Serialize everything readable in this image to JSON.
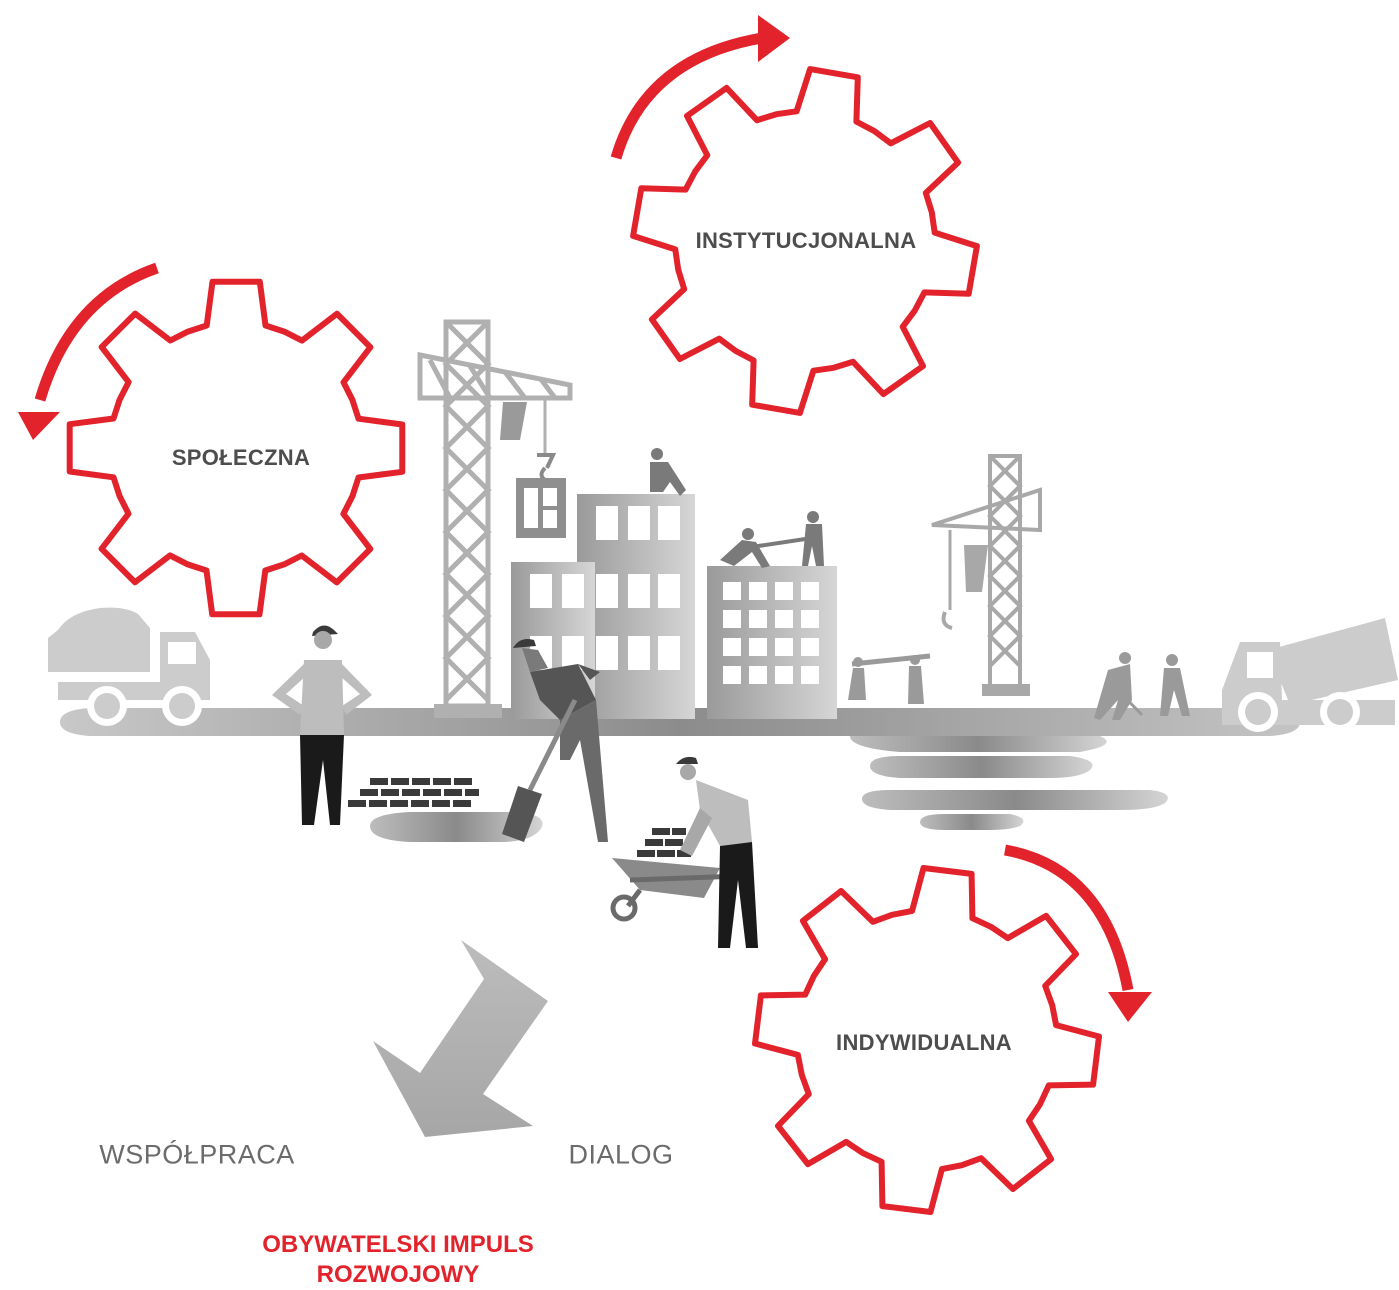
{
  "colors": {
    "accent": "#e3232c",
    "gray_dark": "#3a3a3a",
    "gray_mid": "#8a8a8a",
    "gray_light": "#cfcfcf",
    "label_text": "#4d4d4d"
  },
  "gears": [
    {
      "id": "social",
      "label": "SPOŁECZNA",
      "arrow_direction": "counterclockwise"
    },
    {
      "id": "institutional",
      "label": "INSTYTUCJONALNA",
      "arrow_direction": "clockwise"
    },
    {
      "id": "individual",
      "label": "INDYWIDUALNA",
      "arrow_direction": "clockwise"
    }
  ],
  "words": {
    "cooperation": "WSPÓŁPRACA",
    "dialog": "DIALOG"
  },
  "impulse": {
    "line1": "OBYWATELSKI IMPULS",
    "line2": "ROZWOJOWY"
  },
  "illustration": {
    "scene": "construction-site",
    "icons": [
      "tower-crane-icon",
      "building-icon",
      "worker-icon",
      "dump-truck-icon",
      "cement-mixer-icon",
      "wheelbarrow-icon",
      "shovel-icon",
      "bricks-icon",
      "down-left-arrow-icon"
    ]
  }
}
